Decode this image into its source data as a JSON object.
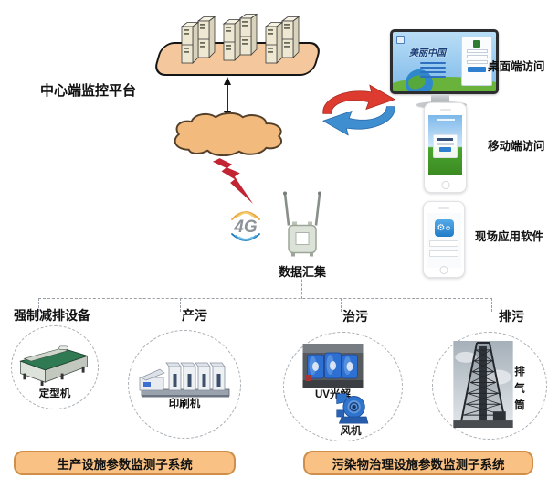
{
  "diagram": {
    "platform_label": "中心端监控平台",
    "gateway_label": "数据汇集",
    "signal_label": "4G",
    "desktop_label": "桌面端访问",
    "mobile_label": "移动端访问",
    "field_app_label": "现场应用软件",
    "screen_slogan": "美丽中国"
  },
  "categories": [
    {
      "label": "强制减排设备"
    },
    {
      "label": "产污"
    },
    {
      "label": "治污"
    },
    {
      "label": "排污"
    }
  ],
  "equipment": {
    "setting_machine": "定型机",
    "printing_machine": "印刷机",
    "uv_photolysis": "UV光解",
    "fan": "风机",
    "exhaust_stack": "排气筒"
  },
  "subsystems": [
    {
      "label": "生产设施参数监测子系统"
    },
    {
      "label": "污染物治理设施参数监测子系统"
    }
  ],
  "icons": {
    "gear": "⚙"
  },
  "colors": {
    "platform_fill": "#f4c89c",
    "cloud_fill": "#f2ba7c",
    "lightning_red": "#c32433",
    "sync_red": "#dd3b2f",
    "sync_blue": "#3e8ed0",
    "button_fill": "#f9c183",
    "button_border": "#cf8f4a"
  }
}
